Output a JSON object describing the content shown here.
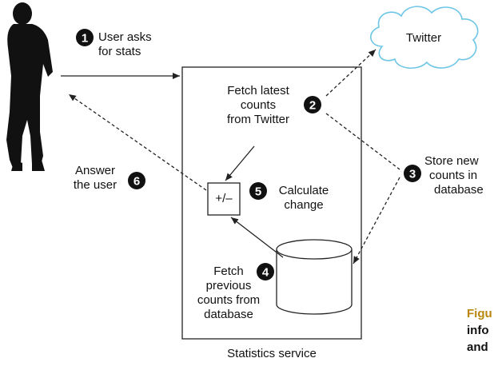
{
  "diagram": {
    "steps": [
      {
        "number": "1",
        "text": [
          "User asks",
          "for stats"
        ]
      },
      {
        "number": "2",
        "text": [
          "Fetch latest",
          "counts",
          "from Twitter"
        ]
      },
      {
        "number": "3",
        "text": [
          "Store new",
          "counts in",
          "database"
        ]
      },
      {
        "number": "4",
        "text": [
          "Fetch",
          "previous",
          "counts from",
          "database"
        ]
      },
      {
        "number": "5",
        "text": [
          "Calculate",
          "change"
        ]
      },
      {
        "number": "6",
        "text": [
          "Answer",
          "the user"
        ]
      }
    ],
    "twitter_label": "Twitter",
    "calc_box_label": "+/–",
    "service_label": "Statistics service",
    "caption_fragment": [
      "Figu",
      "info",
      "and"
    ],
    "colors": {
      "caption_accent": "#b8860b",
      "cloud_stroke": "#6ec6e6",
      "badge_fill": "#111111",
      "line": "#222222"
    }
  }
}
